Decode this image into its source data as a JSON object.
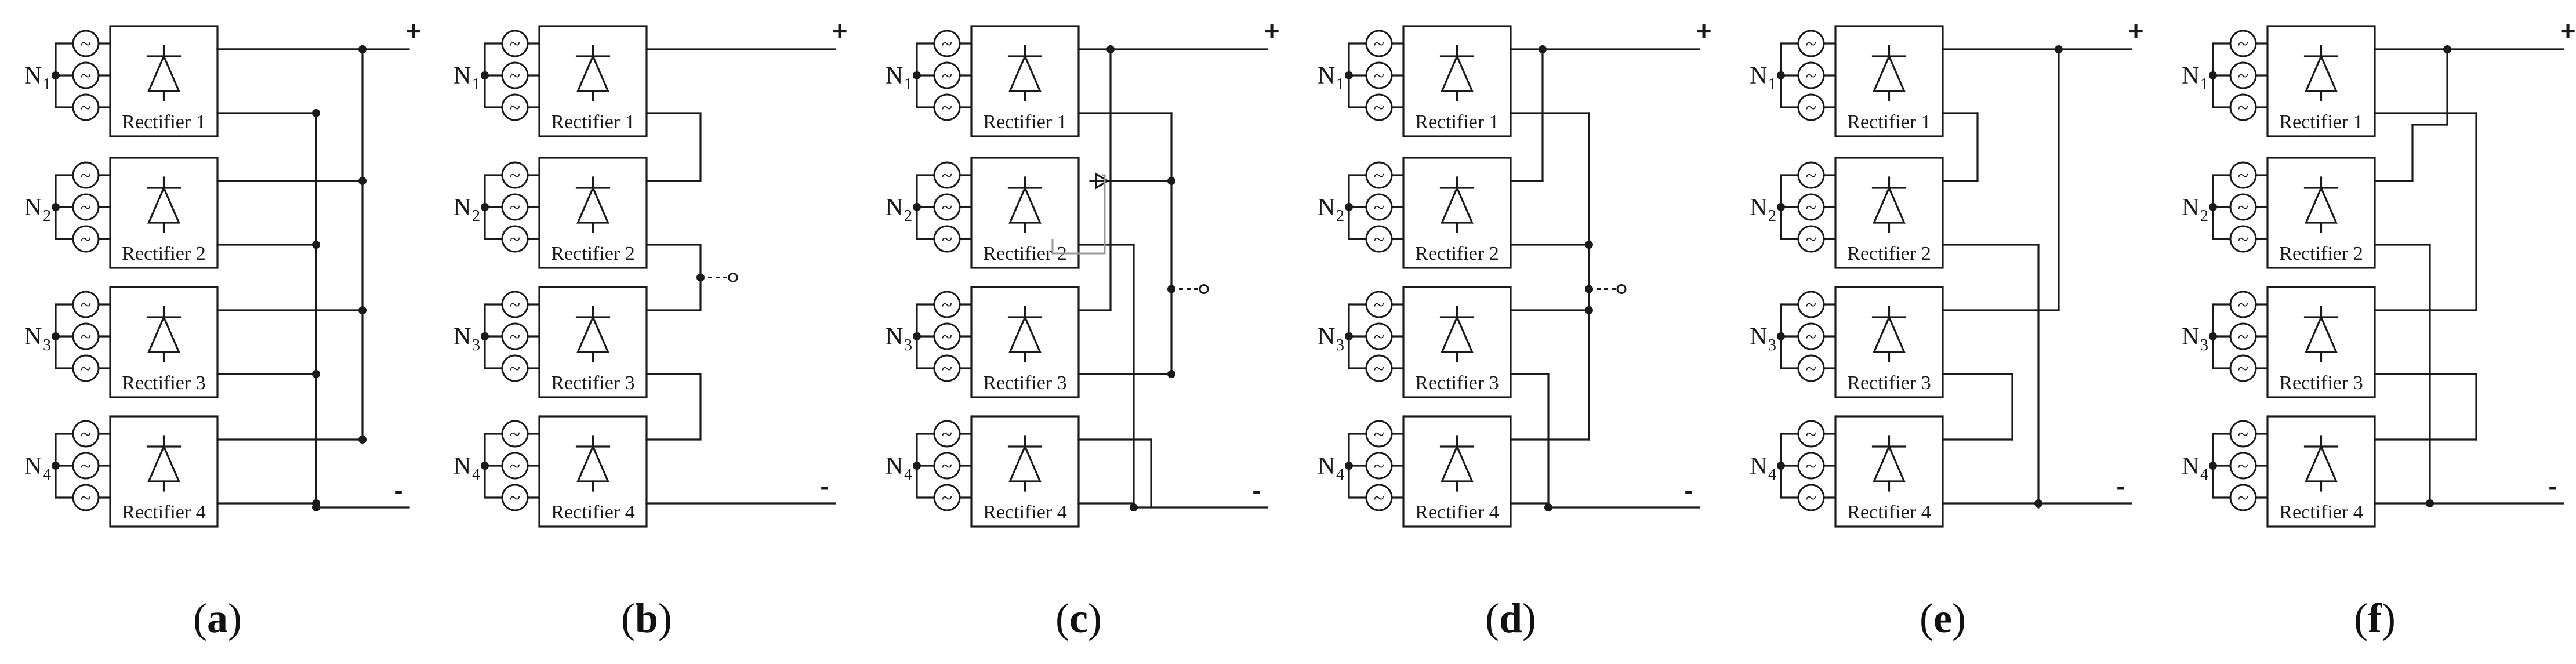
{
  "rectifier_labels": [
    "Rectifier 1",
    "Rectifier 2",
    "Rectifier 3",
    "Rectifier 4"
  ],
  "node_prefix": "N",
  "node_indices": [
    "1",
    "2",
    "3",
    "4"
  ],
  "positive_terminal": "+",
  "negative_terminal": "-",
  "source_symbol": "~",
  "panels": [
    {
      "label": "a",
      "caption_open": "(",
      "caption_close": ")"
    },
    {
      "label": "b",
      "caption_open": "(",
      "caption_close": ")"
    },
    {
      "label": "c",
      "caption_open": "(",
      "caption_close": ")"
    },
    {
      "label": "d",
      "caption_open": "(",
      "caption_close": ")"
    },
    {
      "label": "e",
      "caption_open": "(",
      "caption_close": ")"
    },
    {
      "label": "f",
      "caption_open": "(",
      "caption_close": ")"
    }
  ]
}
